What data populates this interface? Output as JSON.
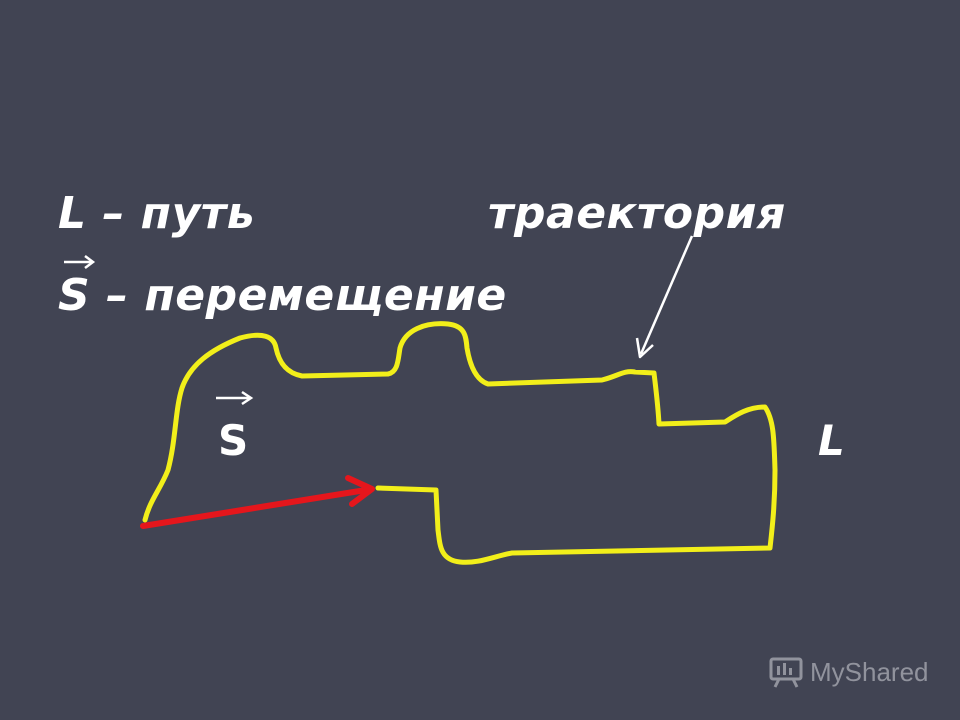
{
  "labels": {
    "path": "L – путь",
    "trajectory": "траектория",
    "displacement": "S – перемещение",
    "s_letter": "S",
    "l_letter": "L"
  },
  "watermark": {
    "text": "MyShared",
    "icon": "presentation-board-icon"
  },
  "colors": {
    "background": "#414453",
    "trajectory": "#f2ef1a",
    "displacement": "#e5161c",
    "text": "#ffffff",
    "watermark": "#9a9ca6"
  }
}
